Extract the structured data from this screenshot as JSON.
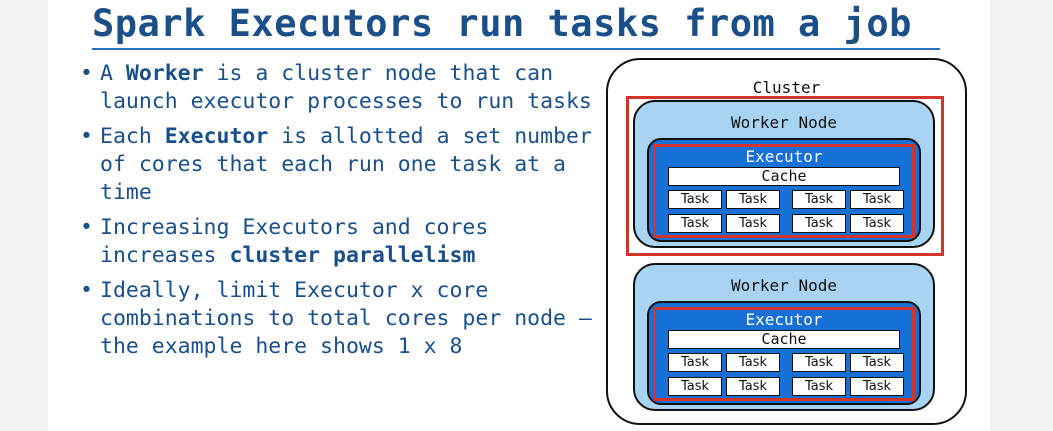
{
  "title": "Spark Executors run tasks from a job",
  "bullets": [
    {
      "pre": "A ",
      "bold": "Worker",
      "post": " is a cluster node that can launch executor processes to run tasks"
    },
    {
      "pre": "Each ",
      "bold": "Executor",
      "post": " is allotted a set number of cores that each run one task at a time"
    },
    {
      "pre": "Increasing Executors and cores increases ",
      "bold": "cluster parallelism",
      "post": ""
    },
    {
      "pre": "Ideally, limit Executor x core combinations to total cores per node – the example here shows 1 x 8",
      "bold": "",
      "post": ""
    }
  ],
  "diagram": {
    "cluster_label": "Cluster",
    "worker_nodes": [
      {
        "label": "Worker Node",
        "executor_label": "Executor",
        "cache_label": "Cache",
        "tasks": [
          "Task",
          "Task",
          "Task",
          "Task",
          "Task",
          "Task",
          "Task",
          "Task"
        ]
      },
      {
        "label": "Worker Node",
        "executor_label": "Executor",
        "cache_label": "Cache",
        "tasks": [
          "Task",
          "Task",
          "Task",
          "Task",
          "Task",
          "Task",
          "Task",
          "Task"
        ]
      }
    ]
  },
  "colors": {
    "title": "#1a4f8a",
    "worker_fill": "#a9d3f2",
    "executor_fill": "#1670d6",
    "highlight": "#d2342c"
  }
}
